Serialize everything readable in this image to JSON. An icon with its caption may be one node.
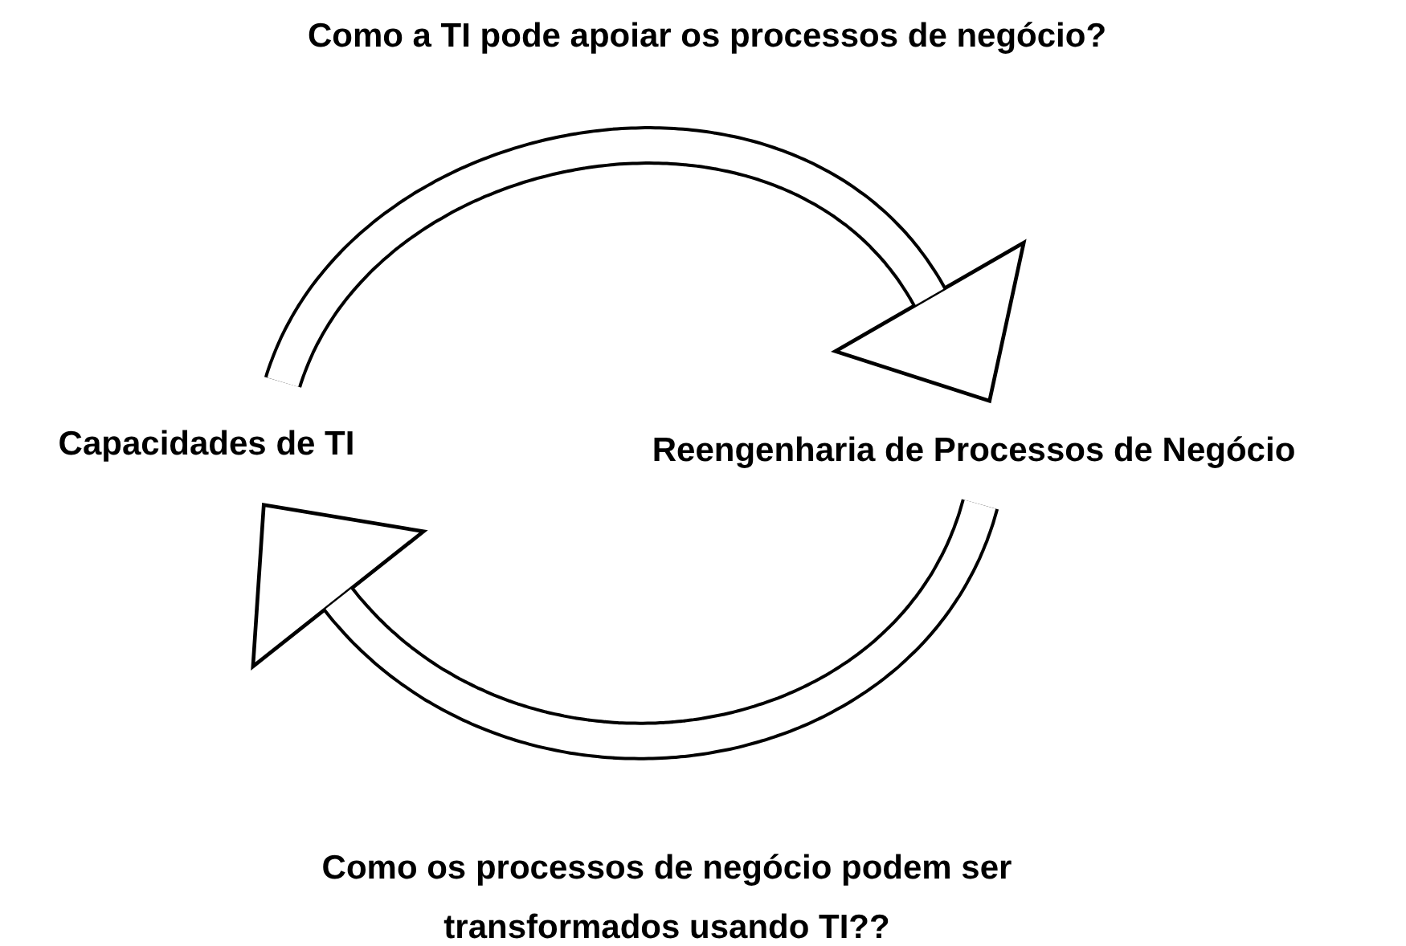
{
  "diagram": {
    "nodes": [
      {
        "text": [
          "Capacidades de TI"
        ]
      },
      {
        "text": [
          "Reengenharia de Processos de Negócio"
        ]
      }
    ],
    "edges": [
      {
        "from": 0,
        "to": 1,
        "arrow": "to"
      },
      {
        "from": 1,
        "to": 0,
        "arrow": "to"
      }
    ],
    "labels": [
      "Como a TI pode apoiar os processos de negócio?",
      "Como os processos de negócio podem ser transformados usando TI??"
    ]
  }
}
